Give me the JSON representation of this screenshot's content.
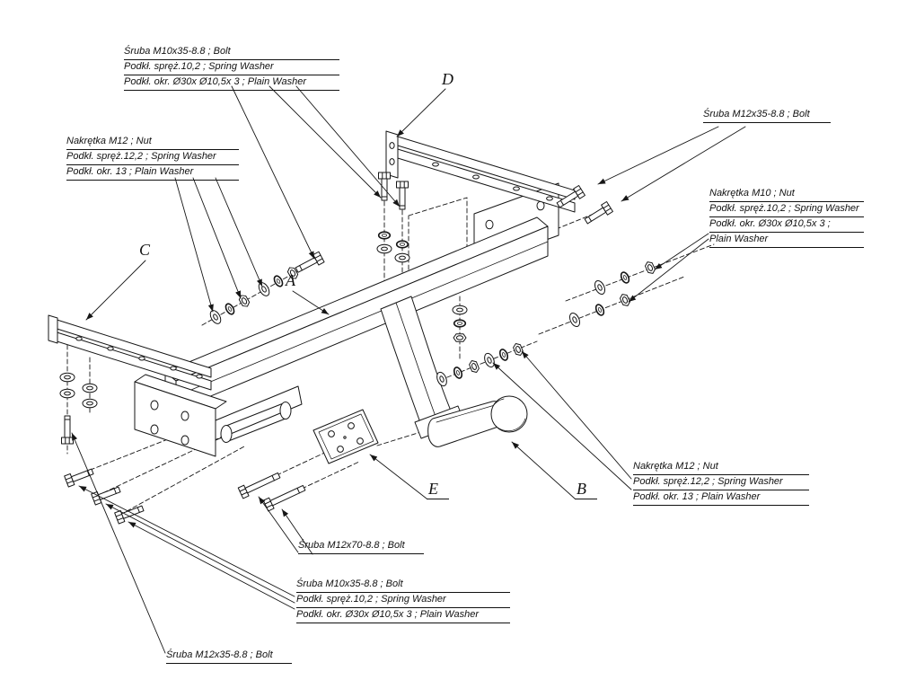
{
  "page": {
    "background": "#ffffff",
    "ink": "#161616"
  },
  "diagram": {
    "part_letters": {
      "a": "A",
      "b": "B",
      "c": "C",
      "d": "D",
      "e": "E"
    },
    "labels": {
      "bolt_m10_top": {
        "line1": "Śruba M10x35-8.8 ;  Bolt",
        "line2": "Podkł. spręż.10,2 ;  Spring Washer",
        "line3": "Podkł. okr.  Ø30x Ø10,5x 3 ;  Plain Washer"
      },
      "nut_m12_left": {
        "line1": "Nakrętka  M12 ;  Nut",
        "line2": "Podkł. spręż.12,2 ;  Spring Washer",
        "line3": "Podkł. okr. 13 ;  Plain Washer"
      },
      "bolt_m12x35_top_right": {
        "line1": "Śruba M12x35-8.8 ;  Bolt"
      },
      "nut_m10_right": {
        "line1": "Nakrętka  M10 ;  Nut",
        "line2": "Podkł. spręż.10,2 ;  Spring Washer",
        "line3": "Podkł. okr.  Ø30x  Ø10,5x 3 ;",
        "line4": "Plain Washer"
      },
      "nut_m12_right": {
        "line1": "Nakrętka  M12 ;  Nut",
        "line2": "Podkł. spręż.12,2 ;  Spring Washer",
        "line3": "Podkł. okr. 13 ;  Plain Washer"
      },
      "bolt_m12x70": {
        "line1": "Śruba M12x70-8.8 ;  Bolt"
      },
      "bolt_m10_bottom": {
        "line1": "Śruba M10x35-8.8 ;  Bolt",
        "line2": "Podkł. spręż.10,2 ;  Spring Washer",
        "line3": "Podkł. okr.  Ø30x Ø10,5x 3 ;  Plain Washer"
      },
      "bolt_m12x35_bottom": {
        "line1": "Śruba M12x35-8.8 ;  Bolt"
      }
    }
  }
}
